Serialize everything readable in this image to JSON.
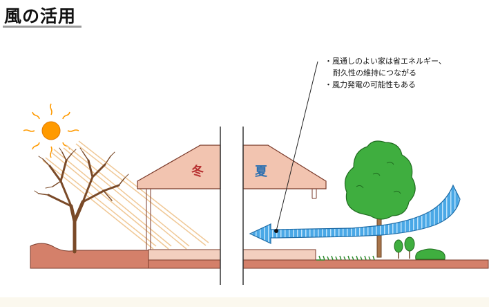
{
  "title": "風の活用",
  "notes": [
    {
      "line1": "・風通しのよい家は省エネルギー、",
      "line2": "耐久性の維持につながる"
    },
    {
      "line1": "・風力発電の可能性もある",
      "line2": ""
    }
  ],
  "house_left_label": "冬",
  "house_right_label": "夏",
  "colors": {
    "roof": "#f2c4b0",
    "ground": "#d4806a",
    "wind": "#4aa8e6",
    "sun": "#ff9a00",
    "tree_green": "#3fae3f",
    "trunk": "#a8744a",
    "winter_label": "#b83232",
    "summer_label": "#2a6fb0"
  }
}
